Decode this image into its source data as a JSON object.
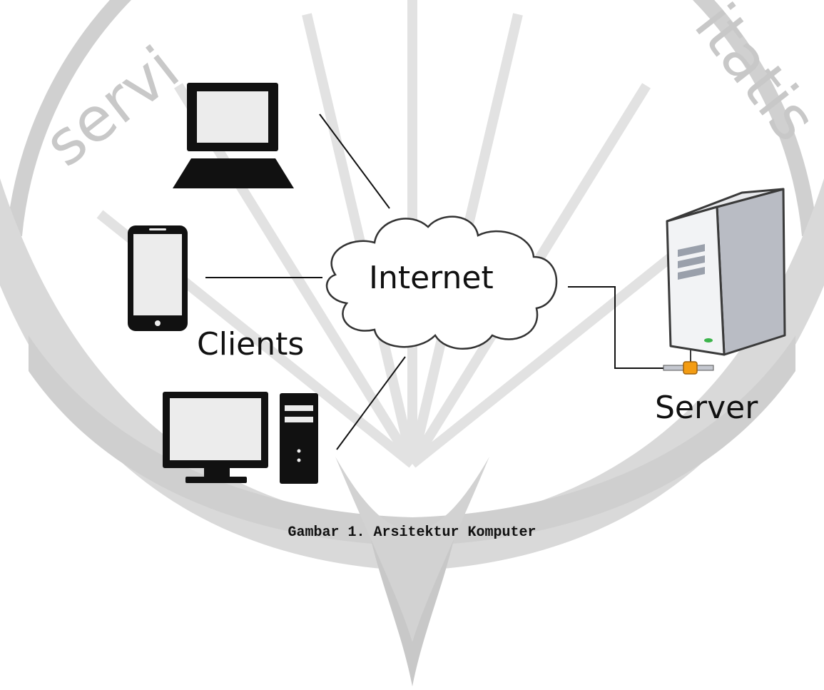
{
  "diagram": {
    "cloud_label": "Internet",
    "clients_label": "Clients",
    "server_label": "Server",
    "caption": "Gambar 1. Arsitektur Komputer"
  },
  "watermark": {
    "left_text": "servi",
    "right_text": "itatis"
  },
  "colors": {
    "watermark": "#c8c8c8",
    "device_black": "#111111",
    "screen_fill": "#ececec",
    "server_body": "#d8dae0",
    "server_front": "#f2f3f5",
    "connector_orange": "#f39c12"
  }
}
